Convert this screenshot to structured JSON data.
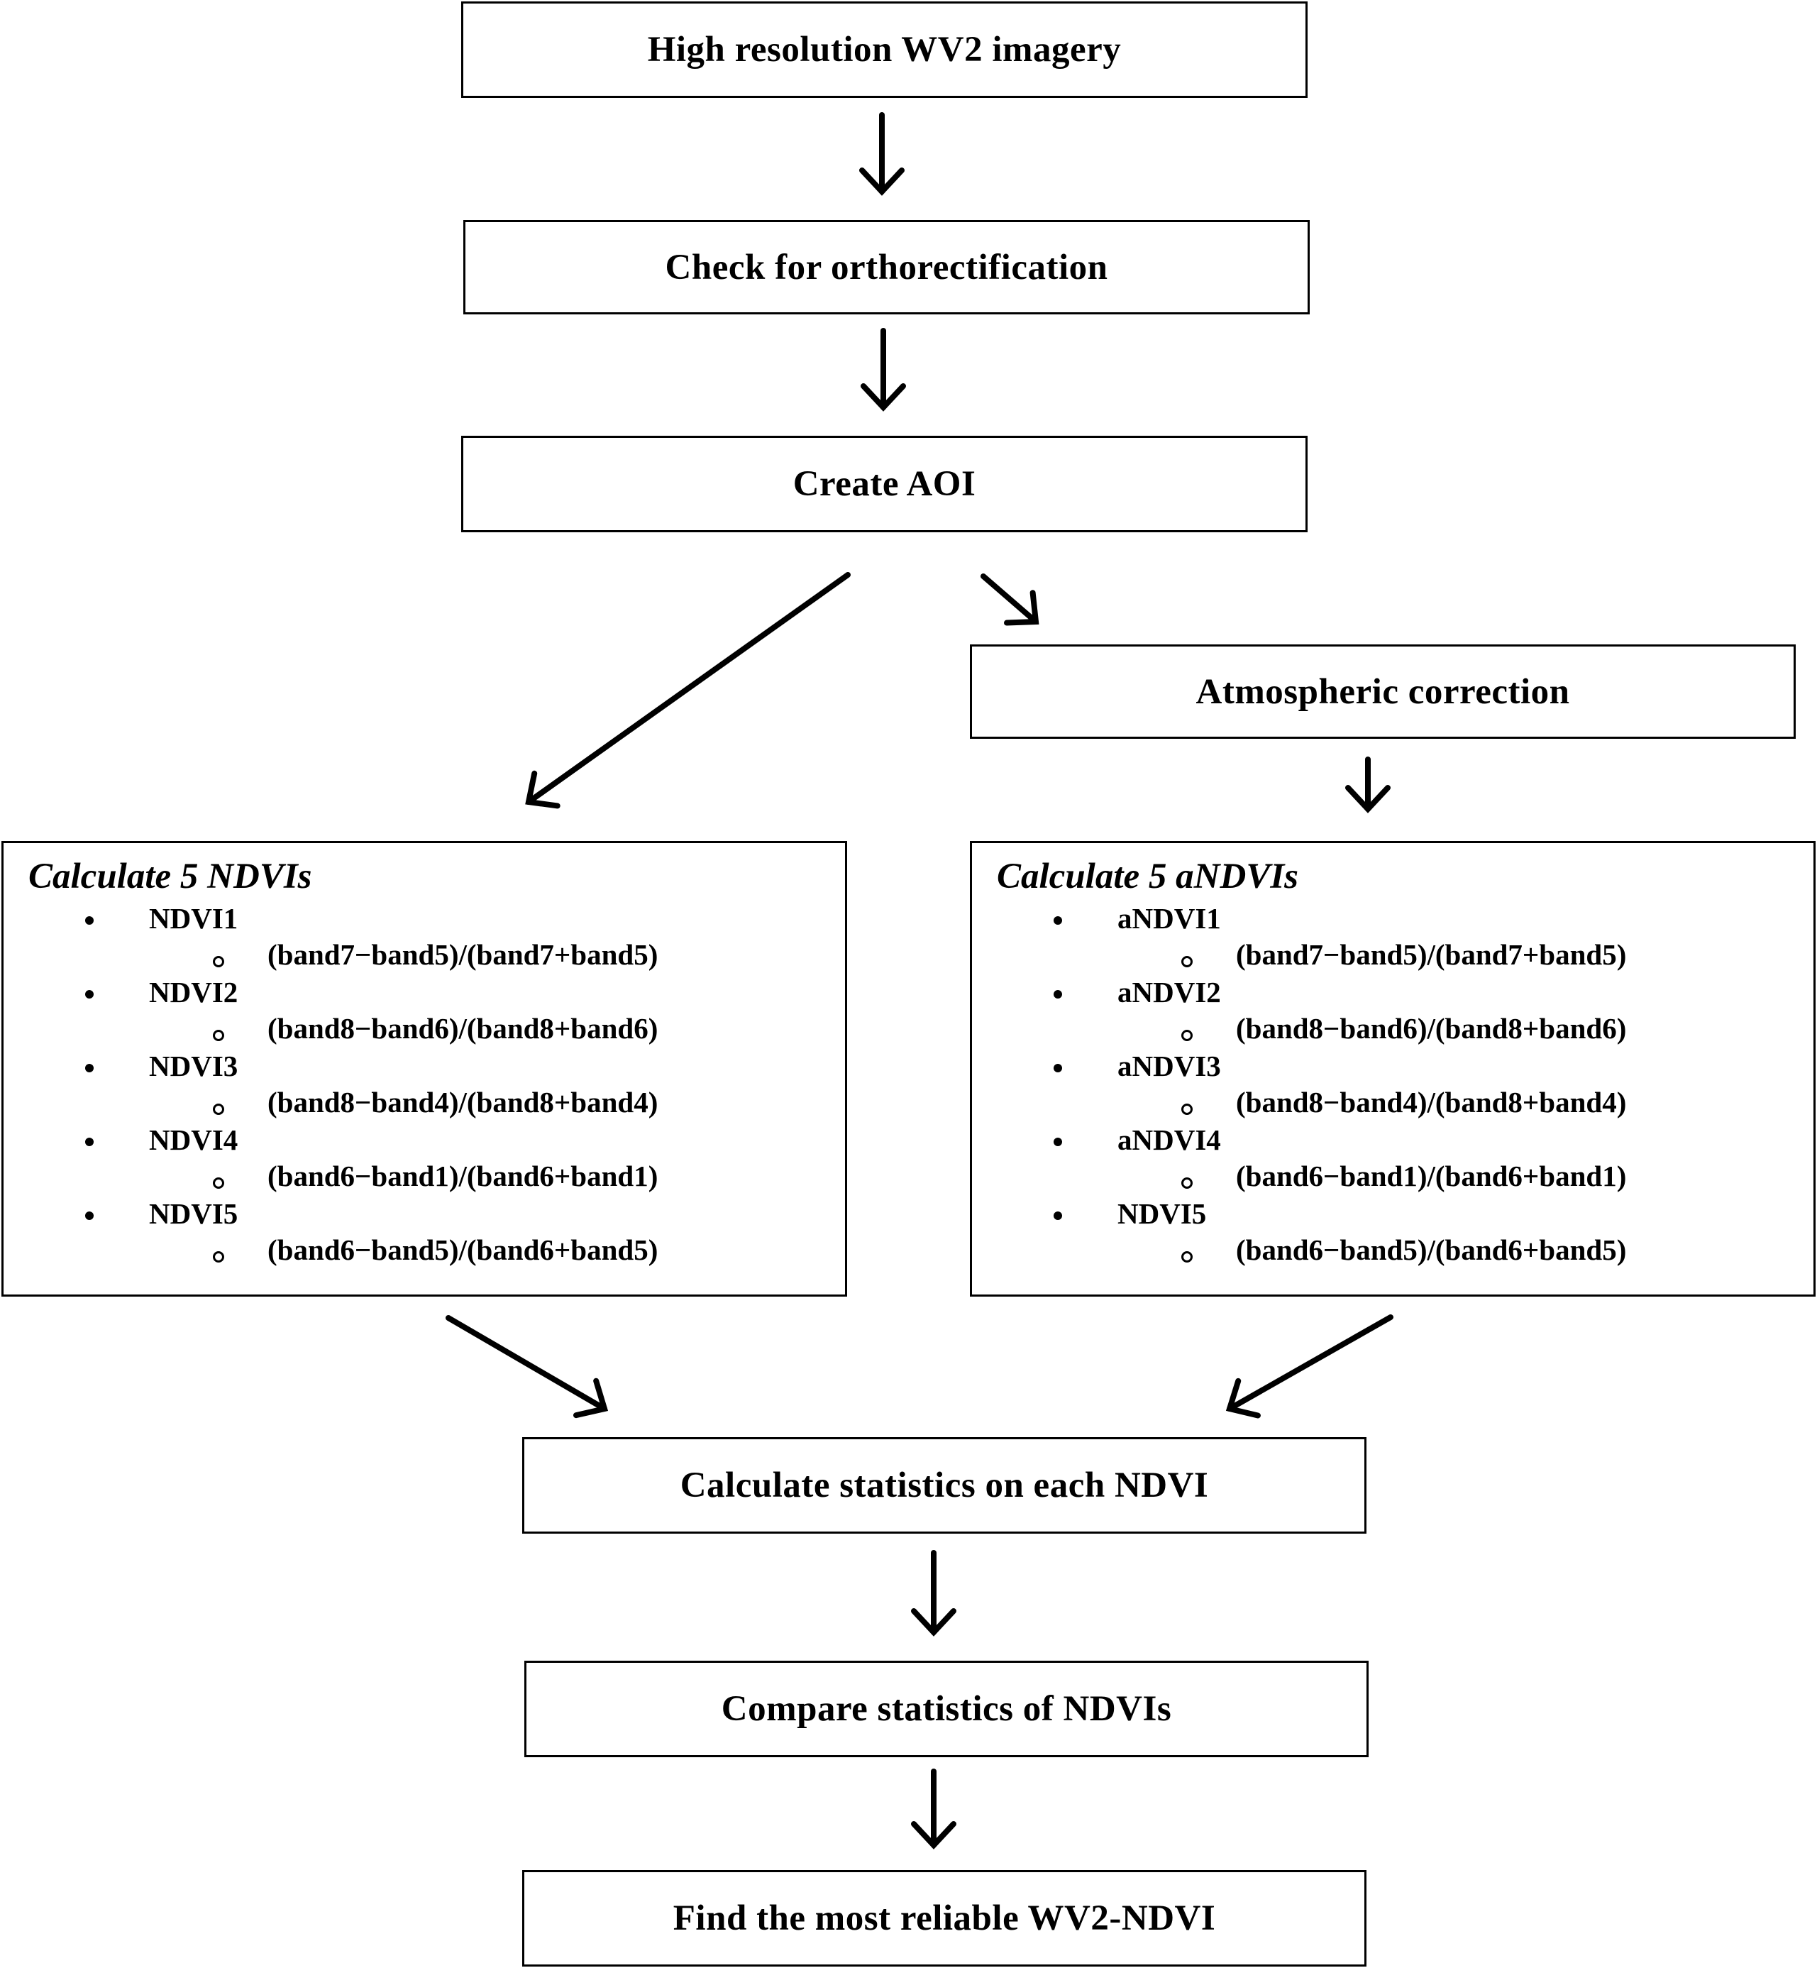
{
  "steps": {
    "imagery": "High resolution WV2 imagery",
    "ortho": "Check for orthorectification",
    "aoi": "Create AOI",
    "atmos": "Atmospheric correction",
    "stats": "Calculate statistics  on each NDVI",
    "compare": "Compare statistics  of NDVIs",
    "find": "Find the most reliable WV2-NDVI"
  },
  "left_list": {
    "title": "Calculate 5 NDVIs",
    "items": [
      {
        "label": "NDVI1",
        "formula": "(band7−band5)/(band7+band5)"
      },
      {
        "label": "NDVI2",
        "formula": "(band8−band6)/(band8+band6)"
      },
      {
        "label": "NDVI3",
        "formula": "(band8−band4)/(band8+band4)"
      },
      {
        "label": "NDVI4",
        "formula": "(band6−band1)/(band6+band1)"
      },
      {
        "label": "NDVI5",
        "formula": "(band6−band5)/(band6+band5)"
      }
    ]
  },
  "right_list": {
    "title": "Calculate 5 aNDVIs",
    "items": [
      {
        "label": "aNDVI1",
        "formula": "(band7−band5)/(band7+band5)"
      },
      {
        "label": "aNDVI2",
        "formula": "(band8−band6)/(band8+band6)"
      },
      {
        "label": "aNDVI3",
        "formula": "(band8−band4)/(band8+band4)"
      },
      {
        "label": "aNDVI4",
        "formula": "(band6−band1)/(band6+band1)"
      },
      {
        "label": "NDVI5",
        "formula": "(band6−band5)/(band6+band5)"
      }
    ]
  }
}
